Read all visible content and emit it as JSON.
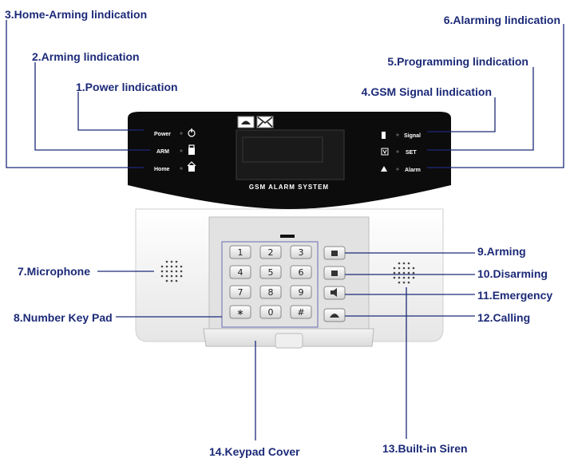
{
  "callouts": {
    "c1": "1.Power lindication",
    "c2": "2.Arming lindication",
    "c3": "3.Home-Arming lindication",
    "c4": "4.GSM Signal lindication",
    "c5": "5.Programming lindication",
    "c6": "6.Alarming lindication",
    "c7": "7.Microphone",
    "c8": "8.Number Key Pad",
    "c9": "9.Arming",
    "c10": "10.Disarming",
    "c11": "11.Emergency",
    "c12": "12.Calling",
    "c13": "13.Built-in Siren",
    "c14": "14.Keypad Cover"
  },
  "device": {
    "left_labels": [
      "Power",
      "ARM",
      "Home"
    ],
    "right_labels": [
      "Signal",
      "SET",
      "Alarm"
    ],
    "brand": "GSM ALARM SYSTEM",
    "keys": [
      "1",
      "2",
      "3",
      "4",
      "5",
      "6",
      "7",
      "8",
      "9",
      "∗",
      "0",
      "#"
    ]
  },
  "colors": {
    "callout_text": "#1c2a78",
    "panel_black": "#0c0c0c",
    "body_white": "#f4f4f4",
    "lcd": "#161616"
  }
}
